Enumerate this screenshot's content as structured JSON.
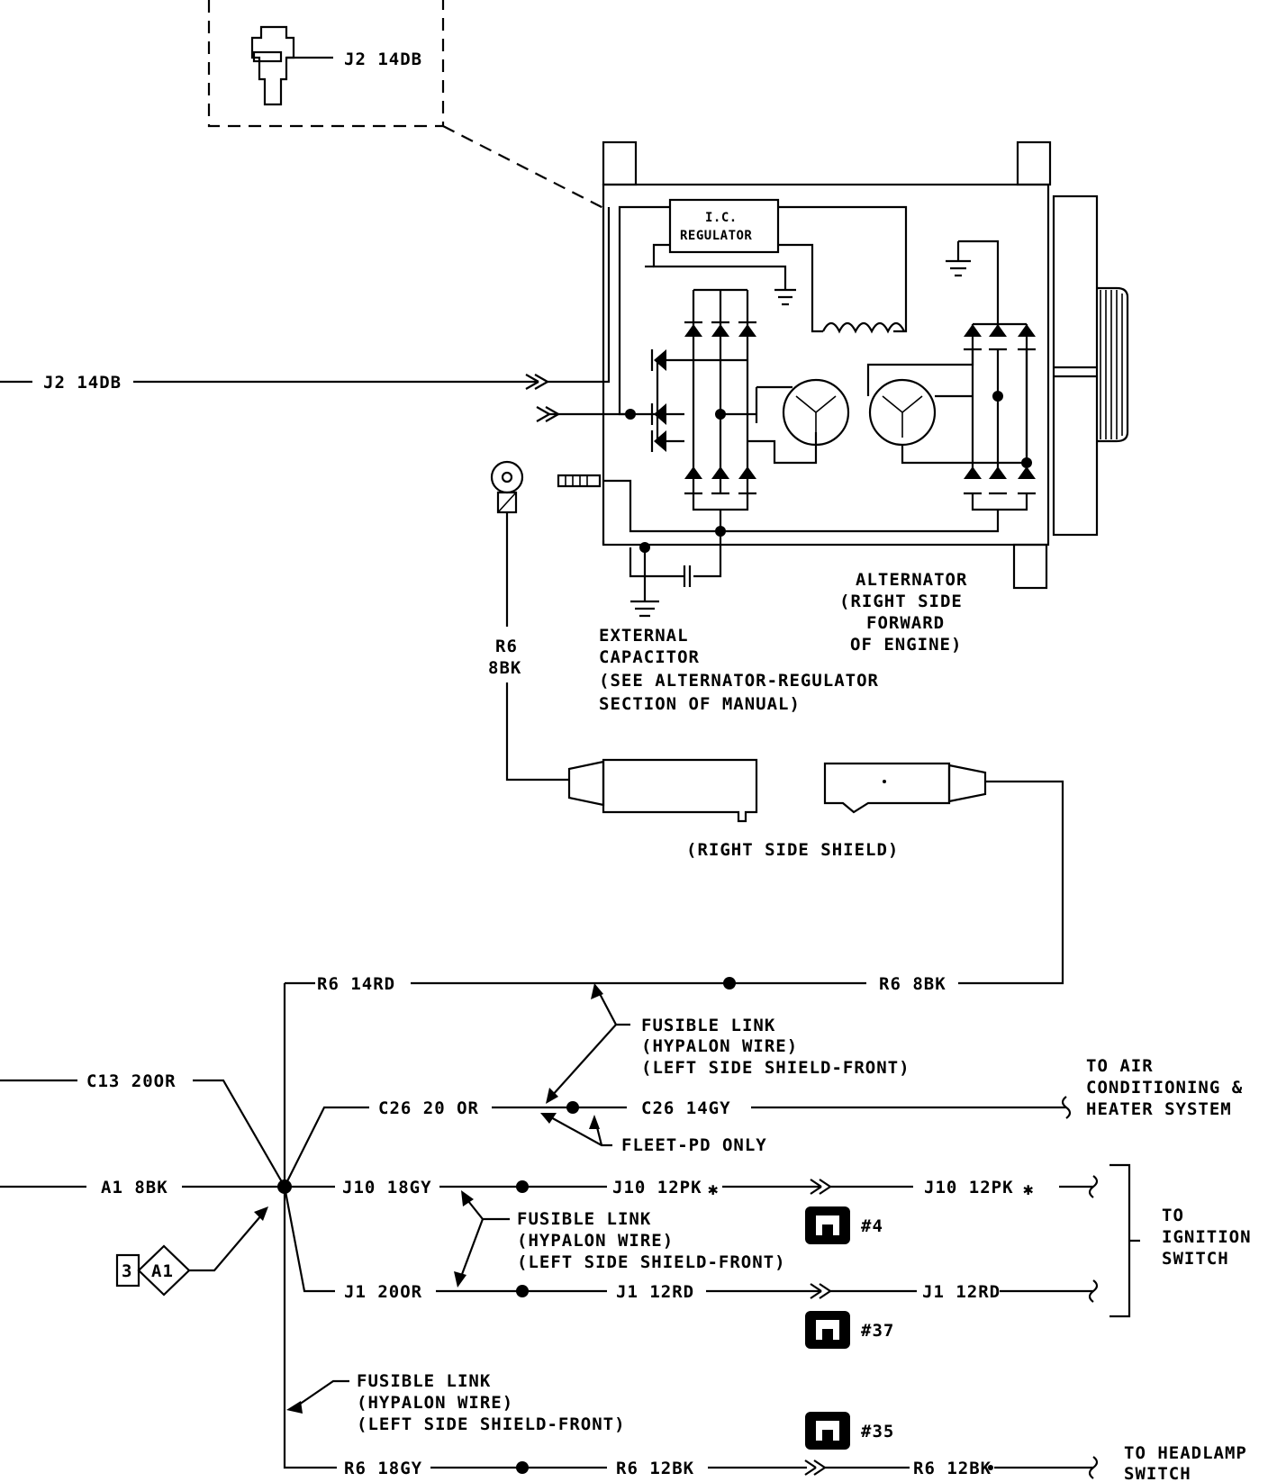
{
  "inset": {
    "label": "J2 14DB"
  },
  "alternator": {
    "regulator_line1": "I.C.",
    "regulator_line2": "REGULATOR",
    "label": [
      "ALTERNATOR",
      "(RIGHT SIDE",
      "FORWARD",
      "OF ENGINE)"
    ]
  },
  "capacitor": {
    "label": [
      "EXTERNAL",
      "CAPACITOR",
      "(SEE ALTERNATOR-REGULATOR",
      "SECTION OF MANUAL)"
    ]
  },
  "wires": {
    "j2_field": "J2 14DB",
    "r6_ring_line1": "R6",
    "r6_ring_line2": "8BK",
    "r6_14rd": "R6 14RD",
    "r6_8bk": "R6 8BK",
    "c13": "C13 20OR",
    "c26_20": "C26 20 OR",
    "c26_14": "C26 14GY",
    "a1": "A1 8BK",
    "j10_18": "J10 18GY",
    "j10_12a": "J10 12PK",
    "j10_12b": "J10 12PK",
    "j1_20": "J1 20OR",
    "j1_12a": "J1 12RD",
    "j1_12b": "J1 12RD",
    "r6_18": "R6 18GY",
    "r6_12a": "R6 12BK",
    "r6_12b": "R6 12BK"
  },
  "shield": {
    "label": "(RIGHT SIDE SHIELD)"
  },
  "fusible_links": {
    "top": [
      "FUSIBLE LINK",
      "(HYPALON WIRE)",
      "(LEFT SIDE SHIELD-FRONT)"
    ],
    "mid": [
      "FUSIBLE LINK",
      "(HYPALON WIRE)",
      "(LEFT SIDE SHIELD-FRONT)"
    ],
    "bottom": [
      "FUSIBLE LINK",
      "(HYPALON WIRE)",
      "(LEFT SIDE SHIELD-FRONT)"
    ]
  },
  "fleet": {
    "label": "FLEET-PD ONLY"
  },
  "destinations": {
    "air": [
      "TO AIR",
      "CONDITIONING &",
      "HEATER SYSTEM"
    ],
    "ignition": [
      "TO",
      "IGNITION",
      "SWITCH"
    ],
    "headlamp": [
      "TO HEADLAMP",
      "SWITCH"
    ]
  },
  "connectors": {
    "c4": "#4",
    "c37": "#37",
    "c35": "#35"
  },
  "ref_tag": {
    "number": "3",
    "code": "A1"
  }
}
